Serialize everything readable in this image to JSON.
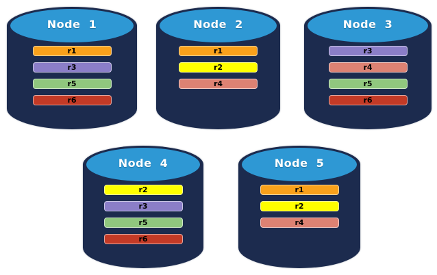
{
  "diagram": {
    "kind": "database-nodes-replica-distribution",
    "colors": {
      "cylinder_body": "#1C2B4E",
      "cylinder_cap": "#2E98D4",
      "node_label_text": "#FFFFFF",
      "replica_label_text": "#000000",
      "replicas": {
        "r1": "#F9A11B",
        "r2": "#FFFF00",
        "r3": "#8B7EC8",
        "r4": "#DD8273",
        "r5": "#90C77E",
        "r6": "#C33A26"
      }
    },
    "nodes": [
      {
        "label": "Node  1",
        "replicas": [
          "r1",
          "r3",
          "r5",
          "r6"
        ]
      },
      {
        "label": "Node  2",
        "replicas": [
          "r1",
          "r2",
          "r4"
        ]
      },
      {
        "label": "Node  3",
        "replicas": [
          "r3",
          "r4",
          "r5",
          "r6"
        ]
      },
      {
        "label": "Node  4",
        "replicas": [
          "r2",
          "r3",
          "r5",
          "r6"
        ]
      },
      {
        "label": "Node  5",
        "replicas": [
          "r1",
          "r2",
          "r4"
        ]
      }
    ]
  }
}
